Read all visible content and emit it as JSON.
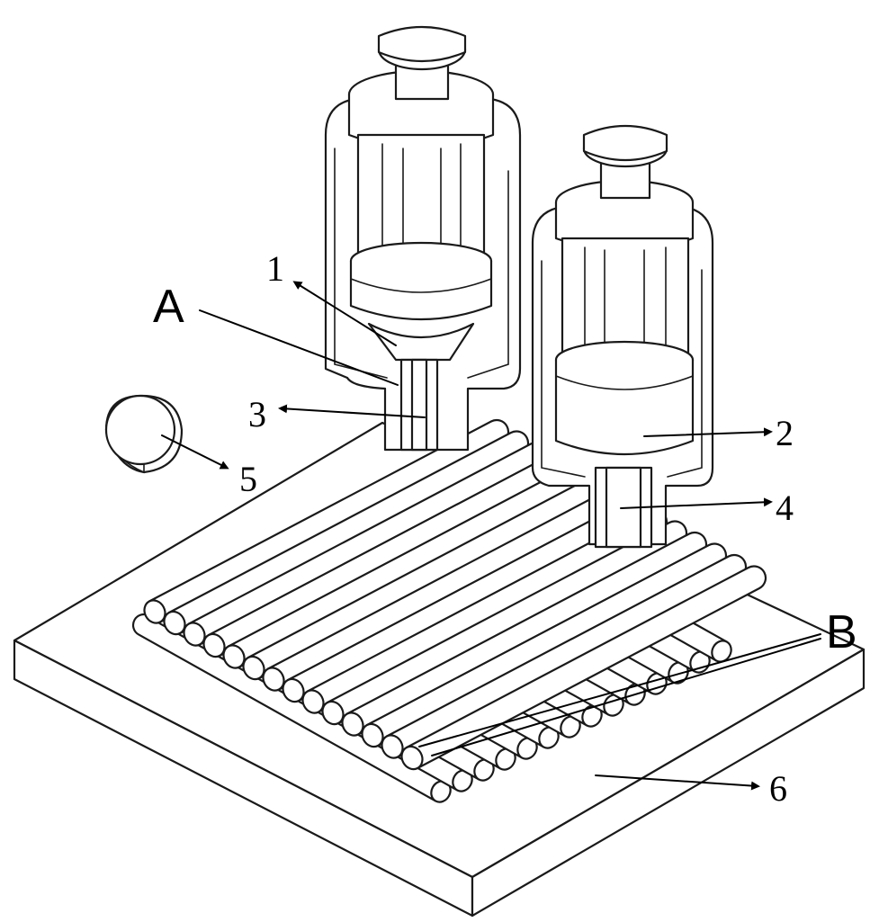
{
  "labels": {
    "l1": "1",
    "l2": "2",
    "l3": "3",
    "l4": "4",
    "l5": "5",
    "l6": "6",
    "lA": "A",
    "lB": "B"
  },
  "colors": {
    "ink": "#000000",
    "fill": "#ffffff"
  }
}
